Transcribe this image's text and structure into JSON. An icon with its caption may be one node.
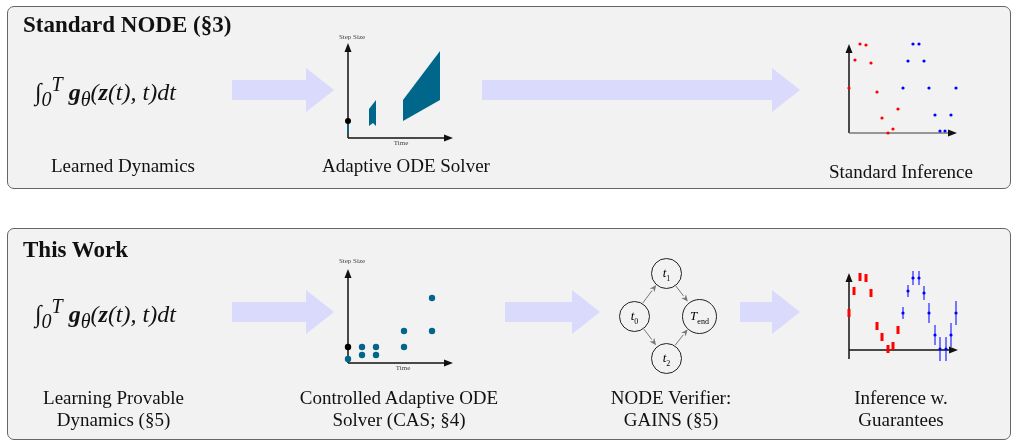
{
  "diagram": {
    "nodes": [
      {
        "text": [
          "Standard NODE (§3)"
        ]
      },
      {
        "text": [
          "∫$_{0}$$^{T}$ **g**$_{θ}$(**z**(t), t)dt",
          "Learned Dynamics"
        ],
        "in": 0
      },
      {
        "text": [
          "Step Size",
          "Time",
          "Adaptive ODE Solver"
        ],
        "in": 0
      },
      {
        "text": [
          "Standard Inference"
        ],
        "in": 0
      },
      {
        "text": [
          "This Work"
        ]
      },
      {
        "text": [
          "∫$_{0}$$^{T}$ **g**$_{θ}$(**z**(t), t)dt",
          "Learning Provable Dynamics (§5)"
        ],
        "in": 4
      },
      {
        "text": [
          "Step Size",
          "Time",
          "Controlled Adaptive ODE Solver (CAS; §4)"
        ],
        "in": 4
      },
      {
        "text": [
          "NODE Verifier: GAINS (§5)"
        ],
        "in": 4
      },
      {
        "text": [
          "t$_{0}$"
        ],
        "in": 7
      },
      {
        "text": [
          "t$_{1}$"
        ],
        "in": 7
      },
      {
        "text": [
          "t$_{2}$"
        ],
        "in": 7
      },
      {
        "text": [
          "T$_{end}$"
        ],
        "in": 7
      },
      {
        "text": [
          "Inference w. Guarantees"
        ],
        "in": 4
      }
    ],
    "edges": [
      {
        "from": 1,
        "to": 2,
        "arrow": "to",
        "color": "#dadafc"
      },
      {
        "from": 2,
        "to": 3,
        "arrow": "to",
        "color": "#dadafc"
      },
      {
        "from": 5,
        "to": 6,
        "arrow": "to",
        "color": "#dadafc"
      },
      {
        "from": 6,
        "to": 7,
        "arrow": "to",
        "color": "#dadafc"
      },
      {
        "from": 8,
        "to": 9,
        "arrow": "to",
        "color": "#777777"
      },
      {
        "from": 8,
        "to": 10,
        "arrow": "to",
        "color": "#777777"
      },
      {
        "from": 9,
        "to": 11,
        "arrow": "to",
        "color": "#777777"
      },
      {
        "from": 10,
        "to": 11,
        "arrow": "to",
        "color": "#777777"
      },
      {
        "from": 7,
        "to": 12,
        "arrow": "to",
        "color": "#dadafc"
      }
    ]
  }
}
